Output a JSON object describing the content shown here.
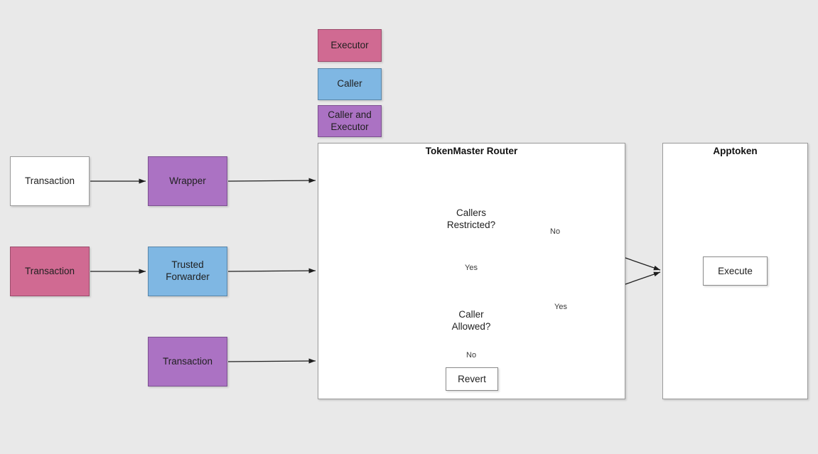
{
  "diagram": {
    "background_color": "#e9e9e9",
    "title_font_color": "#111111"
  },
  "legend": {
    "items": [
      {
        "label": "Executor",
        "color": "#d06a92",
        "kind": "executor"
      },
      {
        "label": "Caller",
        "color": "#7fb7e3",
        "kind": "caller"
      },
      {
        "label": "Caller and Executor",
        "line1": "Caller and",
        "line2": "Executor",
        "color": "#ab72c3",
        "kind": "caller-and-executor"
      }
    ]
  },
  "flow": {
    "row1": {
      "source_label": "Transaction",
      "source_color": "#ffffff",
      "target_label": "Wrapper",
      "target_color": "#ab72c3"
    },
    "row2": {
      "source_label": "Transaction",
      "source_color": "#d06a92",
      "target_label": "Trusted Forwarder",
      "target_line1": "Trusted",
      "target_line2": "Forwarder",
      "target_color": "#7fb7e3"
    },
    "row3": {
      "source_label": "Transaction",
      "source_color": "#ab72c3"
    }
  },
  "router": {
    "title": "TokenMaster Router",
    "decision1": {
      "label": "Callers Restricted?",
      "line1": "Callers",
      "line2": "Restricted?",
      "branch_no": "No",
      "branch_yes": "Yes"
    },
    "decision2": {
      "label": "Caller Allowed?",
      "line1": "Caller",
      "line2": "Allowed?",
      "branch_yes": "Yes",
      "branch_no": "No"
    },
    "revert": {
      "label": "Revert"
    }
  },
  "apptoken": {
    "title": "Apptoken",
    "execute": {
      "label": "Execute"
    }
  }
}
